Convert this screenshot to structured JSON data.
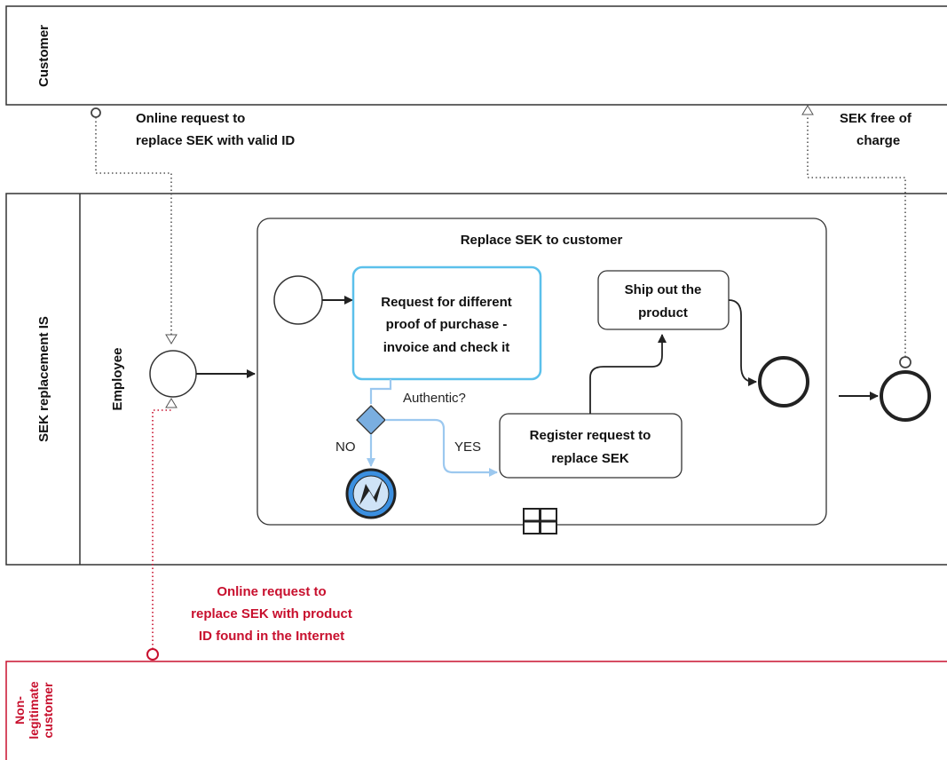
{
  "pools": {
    "customer": {
      "label": "Customer"
    },
    "sek_is": {
      "label": "SEK replacement IS",
      "lane": "Employee"
    },
    "non_legit": {
      "label_line1": "Non-",
      "label_line2": "legitimate",
      "label_line3": "customer"
    }
  },
  "messages": {
    "online_request": {
      "line1": "Online request to",
      "line2": "replace SEK with valid ID"
    },
    "sek_free": {
      "line1": "SEK free of",
      "line2": "charge"
    },
    "fraud_request": {
      "line1": "Online request to",
      "line2": "replace SEK with product",
      "line3": "ID found in the Internet"
    }
  },
  "subprocess": {
    "title": "Replace SEK to customer",
    "task_request": {
      "line1": "Request for different",
      "line2": "proof of purchase -",
      "line3": "invoice and check it"
    },
    "gateway_label": "Authentic?",
    "no_label": "NO",
    "yes_label": "YES",
    "task_register": {
      "line1": "Register request to",
      "line2": "replace SEK"
    },
    "task_ship": {
      "line1": "Ship out the",
      "line2": "product"
    }
  },
  "colors": {
    "line": "#333333",
    "highlight": "#5bc0eb",
    "flow_blue": "#9cc8ef",
    "gateway_fill": "#7aaee0",
    "error_fill": "#3b8fe0",
    "fraud_red": "#c8102e"
  }
}
